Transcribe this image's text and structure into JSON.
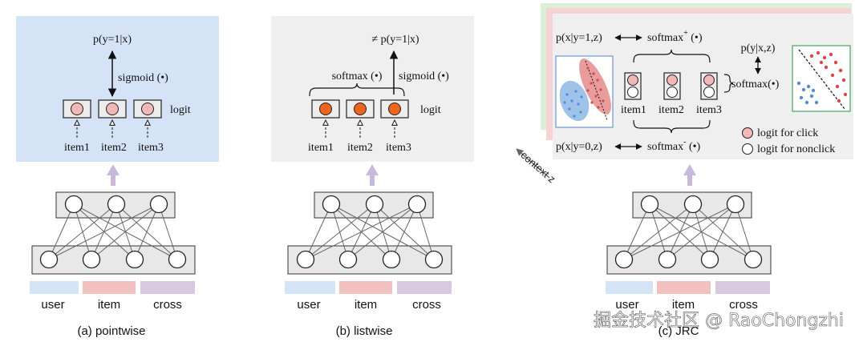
{
  "colors": {
    "panel_a_bg": "#d5e3f7",
    "panel_b_bg": "#efefef",
    "panel_c_bg": "#efefef",
    "panel_c_green": "#dcefd8",
    "panel_c_pink": "#f7d3d3",
    "user_bar": "#d5e3f7",
    "item_bar": "#f3c0c0",
    "cross_bar": "#d8c9e0",
    "arrow_up": "#c9b8db",
    "logit_pink": "#f2b8b8",
    "logit_orange": "#f0641e",
    "cluster_blue": "#4f8fd6",
    "cluster_red": "#d64a4a"
  },
  "panels": [
    {
      "caption": "(a) pointwise",
      "top_label": "p(y=1|x)",
      "func_label": "sigmoid (•)",
      "logit_label": "logit",
      "items": [
        "item1",
        "item2",
        "item3"
      ],
      "features": [
        "user",
        "item",
        "cross"
      ]
    },
    {
      "caption": "(b) listwise",
      "top_label": "≠ p(y=1|x)",
      "func_label": "sigmoid (•)",
      "softmax_label": "softmax (•)",
      "logit_label": "logit",
      "items": [
        "item1",
        "item2",
        "item3"
      ],
      "features": [
        "user",
        "item",
        "cross"
      ]
    },
    {
      "caption": "(c) JRC",
      "p_pos": "p(x|y=1,z)",
      "softmax_pos": "softmax",
      "softmax_pos_sup": "+",
      "softmax_pos_arg": " (•)",
      "p_neg": "p(x|y=0,z)",
      "softmax_neg": "softmax",
      "softmax_neg_sup": "-",
      "softmax_neg_arg": " (•)",
      "p_cond": "p(y|x,z)",
      "softmax_mid": "softmax(•)",
      "legend_click": "logit for click",
      "legend_nonclick": "logit for nonclick",
      "context": "context z",
      "items": [
        "item1",
        "item2",
        "item3"
      ],
      "features": [
        "user",
        "item",
        "cross"
      ]
    }
  ],
  "watermark": "掘金技术社区 @ RaoChongzhi"
}
